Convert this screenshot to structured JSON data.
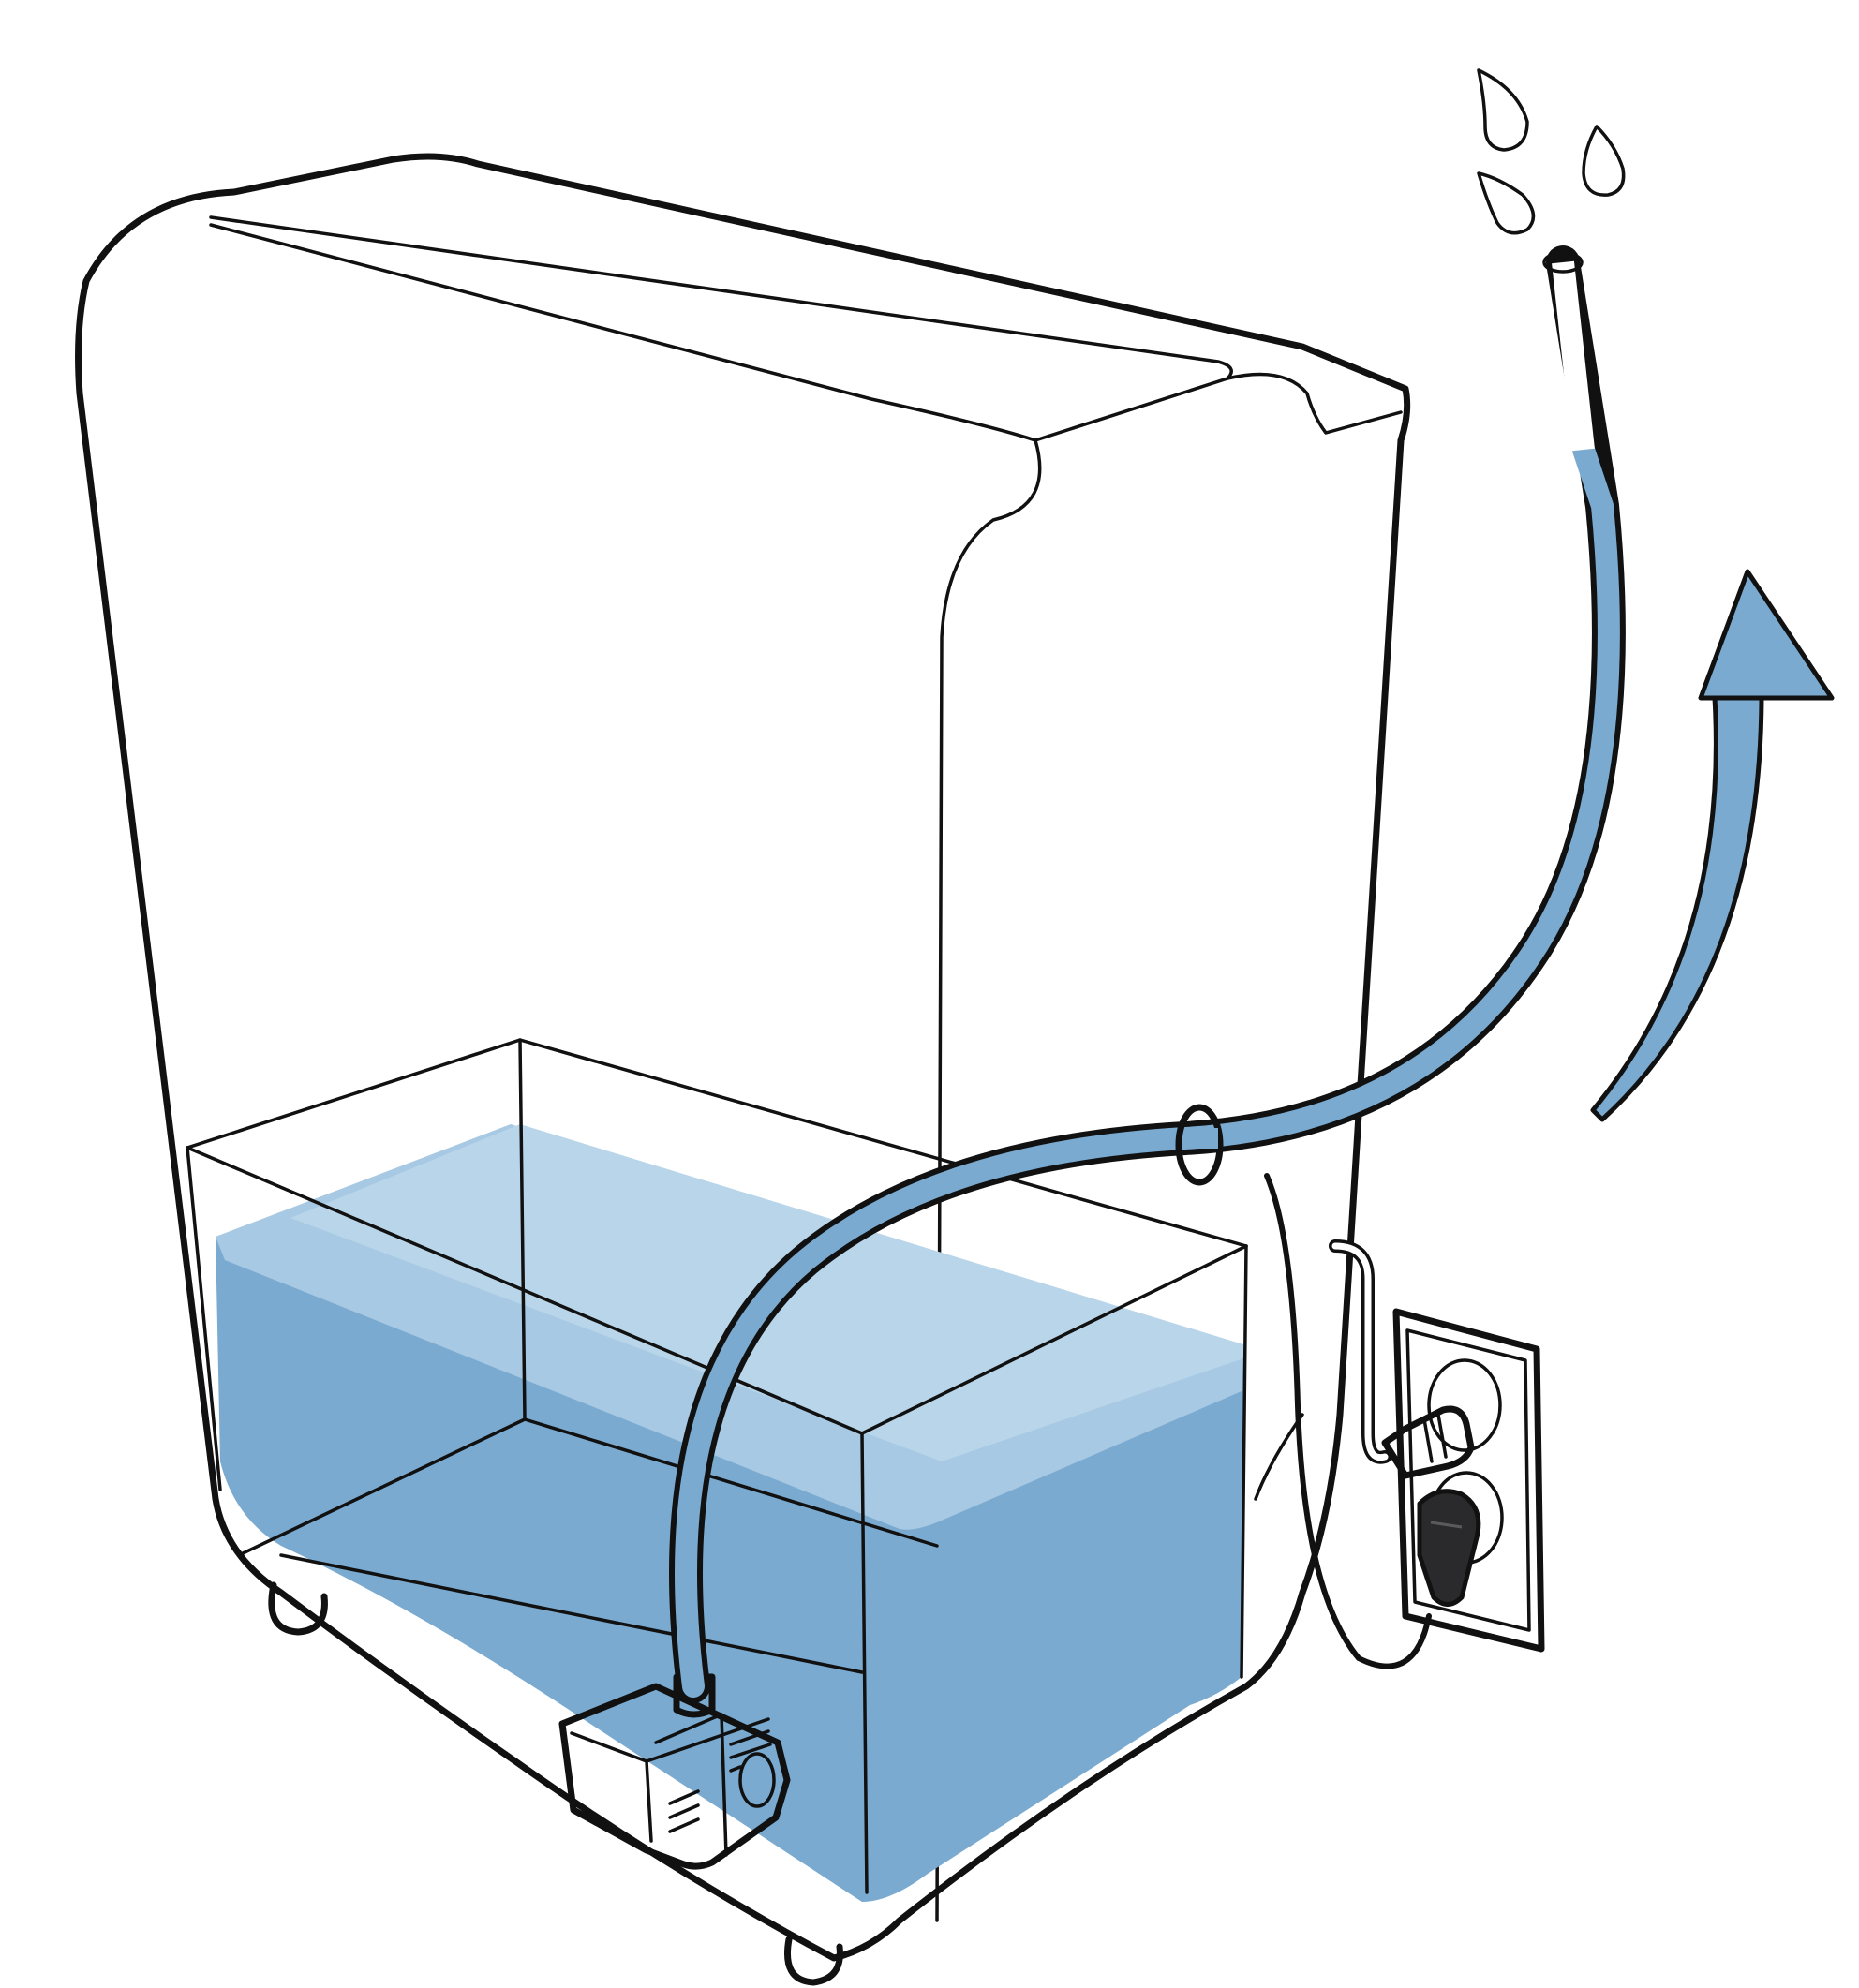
{
  "colors": {
    "background": "#ffffff",
    "outline": "#111111",
    "water_deep": "#7aaad0",
    "water_surface": "#a7c9e3",
    "water_highlight": "#b9d5ea",
    "hose": "#7aaad0",
    "arrow": "#7aaad0",
    "droplet": "#8ab6d9",
    "plug_dark": "#2a2a2c",
    "outlet_plate": "#ffffff"
  },
  "icons": {
    "dehumidifier": "dehumidifier-unit",
    "water_tank": "water-tank",
    "pump": "submersible-pump-icon",
    "hose": "drain-hose",
    "arrow": "upward-flow-arrow-icon",
    "droplets": "water-droplet-icon",
    "outlet": "wall-outlet-icon",
    "plugs": "power-plug-icon"
  },
  "droplet_count": 3
}
